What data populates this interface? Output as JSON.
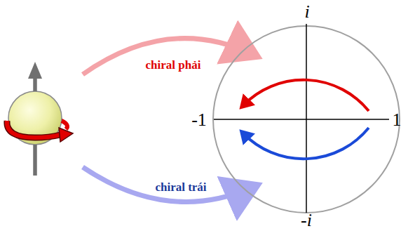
{
  "diagram": {
    "labels": [
      "i",
      "chiral phải",
      "-1",
      "1",
      "chiral trái",
      "-i"
    ]
  }
}
